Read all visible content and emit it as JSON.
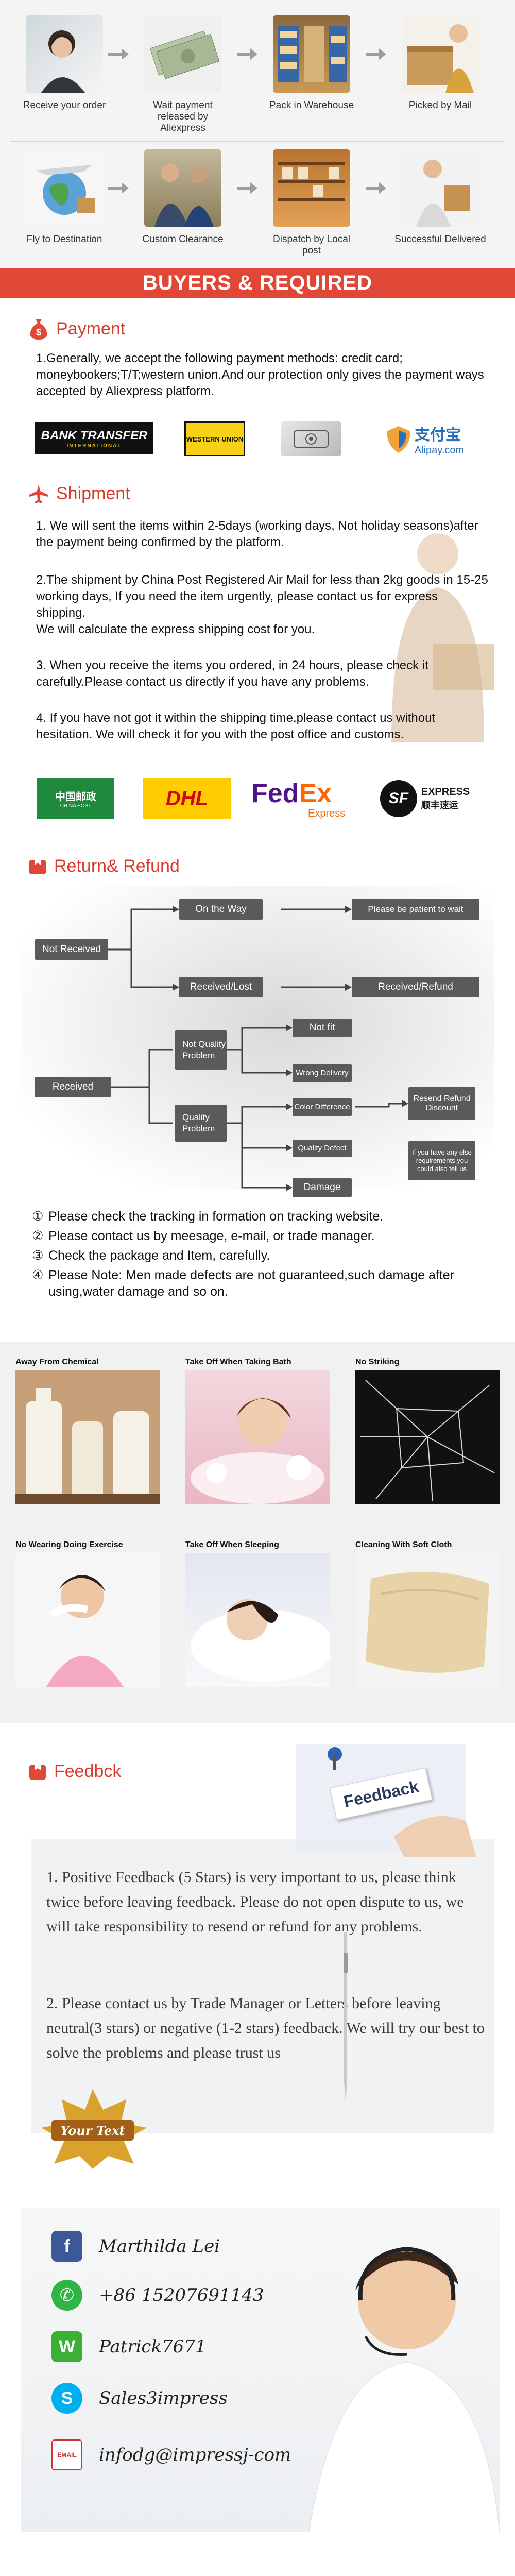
{
  "process": {
    "steps": [
      {
        "label": "Receive your order"
      },
      {
        "label": "Wait payment released by Aliexpress"
      },
      {
        "label": "Pack in Warehouse"
      },
      {
        "label": "Picked by Mail"
      },
      {
        "label": "Fly to Destination"
      },
      {
        "label": "Custom Clearance"
      },
      {
        "label": "Dispatch by Local post"
      },
      {
        "label": "Successful Delivered"
      }
    ]
  },
  "banner": {
    "title": "BUYERS & REQUIRED"
  },
  "payment": {
    "title": "Payment",
    "icon_text": "$",
    "text": "1.Generally, we accept the following payment methods: credit card; moneybookers;T/T;western union.And our protection only gives the payment ways accepted by Aliexpress platform.",
    "logos": {
      "bank_main": "BANK TRANSFER",
      "bank_sub": "INTERNATIONAL",
      "wu": "WESTERN UNION",
      "alipay_cn": "支付宝",
      "alipay_en": "Alipay.com"
    }
  },
  "shipment": {
    "title": "Shipment",
    "p1": "1. We will sent the items within 2-5days (working days, Not holiday seasons)after the payment being confirmed by the platform.",
    "p2": "2.The shipment by China Post Registered Air Mail for less than  2kg goods in 15-25 working days, If  you need the item urgently, please contact us for express shipping.",
    "p2b": "We will calculate the express shipping cost for you.",
    "p3": "3. When you receive the items you ordered, in 24 hours, please check  it carefully.Please contact us directly if you have any problems.",
    "p4": "4. If you have not got it within the shipping time,please contact us without hesitation. We will check it for you with the post office and customs.",
    "logos": {
      "chinapost_cn": "中国邮政",
      "chinapost_en": "CHINA POST",
      "dhl": "DHL",
      "fedex_a": "Fed",
      "fedex_b": "Ex",
      "fedex_sub": "Express",
      "sf": "SF",
      "sf_en": "EXPRESS",
      "sf_cn": "顺丰速运"
    }
  },
  "refund": {
    "title": "Return& Refund",
    "nodes": {
      "not_received": "Not Received",
      "on_the_way": "On the Way",
      "be_patient": "Please be patient to wait",
      "received_lost": "Received/Lost",
      "received_refund": "Received/Refund",
      "received": "Received",
      "not_quality": "Not Quality Problem",
      "quality": "Quality Problem",
      "not_fit": "Not fit",
      "wrong_delivery": "Wrong Delivery",
      "color_diff": "Color Difference",
      "quality_defect": "Quality Defect",
      "damage": "Damage",
      "resend": "Resend Refund Discount",
      "other_req": "If you have any else requirements you could also tell us"
    },
    "notes": [
      {
        "num": "①",
        "text": "Please check the tracking in formation on tracking website."
      },
      {
        "num": "②",
        "text": "Please contact us by meesage, e-mail, or trade manager."
      },
      {
        "num": "③",
        "text": "Check the package and Item, carefully."
      },
      {
        "num": "④",
        "text": "Please Note: Men made defects  are not guaranteed,such damage after using,water damage and so on."
      }
    ]
  },
  "care": [
    {
      "caption": "Away From Chemical"
    },
    {
      "caption": "Take Off When Taking Bath"
    },
    {
      "caption": "No   Striking"
    },
    {
      "caption": "No Wearing Doing Exercise"
    },
    {
      "caption": "Take Off When Sleeping"
    },
    {
      "caption": "Cleaning With Soft Cloth"
    }
  ],
  "feedback": {
    "title": "Feedbck",
    "badge": "Feedback",
    "p1": "1. Positive Feedback (5 Stars) is very important to us, please think twice before leaving feedback. Please do not open dispute to us,   we will take responsibility to resend or refund for any problems.",
    "p2": "2. Please contact us by Trade Manager or Letters before leaving neutral(3 stars) or negative (1-2 stars) feedback. We will try our best to solve the problems and please trust us",
    "seal": "Your Text"
  },
  "contact": {
    "rows": [
      {
        "icon": "f",
        "text": "Marthilda  Lei",
        "color": "#3b5998"
      },
      {
        "icon": "✆",
        "text": "+86 15207691143",
        "color": "#2fb543"
      },
      {
        "icon": "W",
        "text": "Patrick7671",
        "color": "#3cb034"
      },
      {
        "icon": "S",
        "text": "Sales3impress",
        "color": "#00aff0"
      },
      {
        "icon": "EMAIL",
        "text": "infodg@impressj-com",
        "color": "#c33"
      }
    ]
  },
  "colors": {
    "accent": "#e04737",
    "flow_node": "#5a5a5a"
  }
}
